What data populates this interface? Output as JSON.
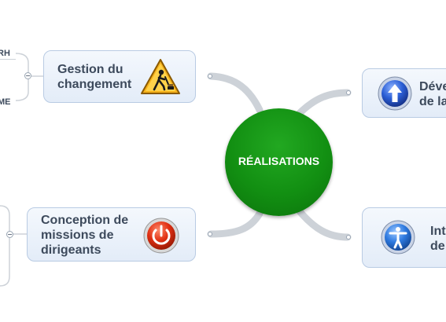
{
  "center": {
    "label": "RÉALISATIONS",
    "color": "#128f12"
  },
  "topics": [
    {
      "id": "gestion",
      "label": "Gestion du\nchangement",
      "icon": "construction-worker-icon"
    },
    {
      "id": "conception",
      "label": "Conception de\nmissions de\ndirigeants",
      "icon": "power-button-icon"
    },
    {
      "id": "developpement",
      "label": "Déve\nde la",
      "icon": "up-arrow-icon"
    },
    {
      "id": "integration",
      "label": "Int\nde",
      "icon": "person-icon"
    }
  ],
  "subtopics": {
    "rh": "RH",
    "me": "ME"
  },
  "collapse_symbol": "−",
  "colors": {
    "topic_border": "#b9cbe3",
    "connector": "#cdd2d8",
    "text": "#3d4a5c"
  }
}
